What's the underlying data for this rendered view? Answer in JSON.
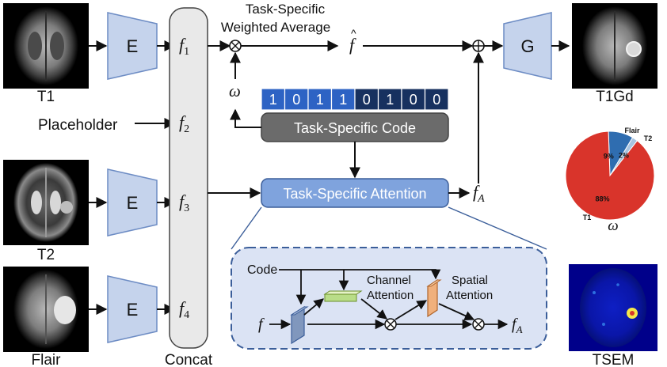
{
  "inputs": {
    "t1_label": "T1",
    "placeholder_label": "Placeholder",
    "t2_label": "T2",
    "flair_label": "Flair"
  },
  "encoder_label": "E",
  "concat_label": "Concat",
  "features": {
    "f1": "f",
    "f1_sub": "1",
    "f2": "f",
    "f2_sub": "2",
    "f3": "f",
    "f3_sub": "3",
    "f4": "f",
    "f4_sub": "4"
  },
  "weighted_average": {
    "line1": "Task-Specific",
    "line2": "Weighted Average"
  },
  "f_hat": "f",
  "omega": "ω",
  "code_bits": [
    "1",
    "0",
    "1",
    "1",
    "0",
    "1",
    "0",
    "0"
  ],
  "code_bit_colors": [
    "#2d63c4",
    "#2d63c4",
    "#2d63c4",
    "#2d63c4",
    "#17315f",
    "#17315f",
    "#17315f",
    "#17315f"
  ],
  "task_code_label": "Task-Specific Code",
  "task_attention_label": "Task-Specific Attention",
  "f_A": "f",
  "f_A_sub": "A",
  "generator_label": "G",
  "output_label": "T1Gd",
  "tsem_label": "TSEM",
  "detail": {
    "code_label": "Code",
    "f_label": "f",
    "channel_line1": "Channel",
    "channel_line2": "Attention",
    "spatial_line1": "Spatial",
    "spatial_line2": "Attention",
    "out": "f",
    "out_sub": "A"
  },
  "chart_data": {
    "type": "pie",
    "categories": [
      "T1",
      "Flair",
      "T2"
    ],
    "values": [
      88,
      9,
      2
    ],
    "value_labels": [
      "88%",
      "9%",
      "2%"
    ],
    "colors": [
      "#d9342b",
      "#2f6db0",
      "#a8c4e0"
    ],
    "xlabel": "ω"
  },
  "colors": {
    "encoder_fill": "#c5d3ec",
    "concat_fill": "#e9e9e9",
    "attention_fill": "#7fa3dd",
    "code_box_fill": "#6b6b6b",
    "detail_bg": "#dbe3f4",
    "detail_border": "#3b5e9a"
  }
}
